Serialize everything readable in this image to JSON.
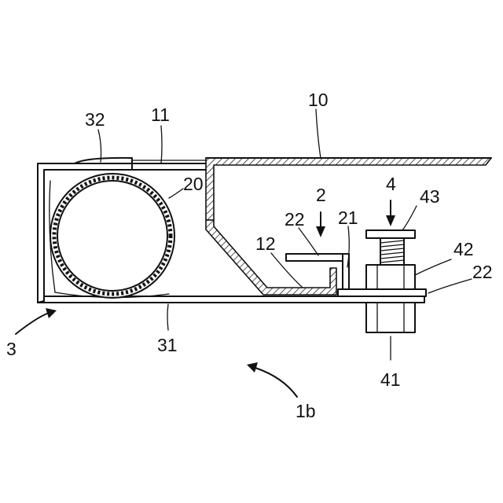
{
  "figure": {
    "reference_labels": [
      {
        "id": "ref-10",
        "text": "10"
      },
      {
        "id": "ref-11",
        "text": "11"
      },
      {
        "id": "ref-32",
        "text": "32"
      },
      {
        "id": "ref-20",
        "text": "20"
      },
      {
        "id": "ref-2",
        "text": "2"
      },
      {
        "id": "ref-4",
        "text": "4"
      },
      {
        "id": "ref-43",
        "text": "43"
      },
      {
        "id": "ref-22-a",
        "text": "22"
      },
      {
        "id": "ref-21",
        "text": "21"
      },
      {
        "id": "ref-12",
        "text": "12"
      },
      {
        "id": "ref-42",
        "text": "42"
      },
      {
        "id": "ref-22-b",
        "text": "22"
      },
      {
        "id": "ref-3",
        "text": "3"
      },
      {
        "id": "ref-31",
        "text": "31"
      },
      {
        "id": "ref-41",
        "text": "41"
      },
      {
        "id": "ref-1b",
        "text": "1b"
      }
    ]
  }
}
